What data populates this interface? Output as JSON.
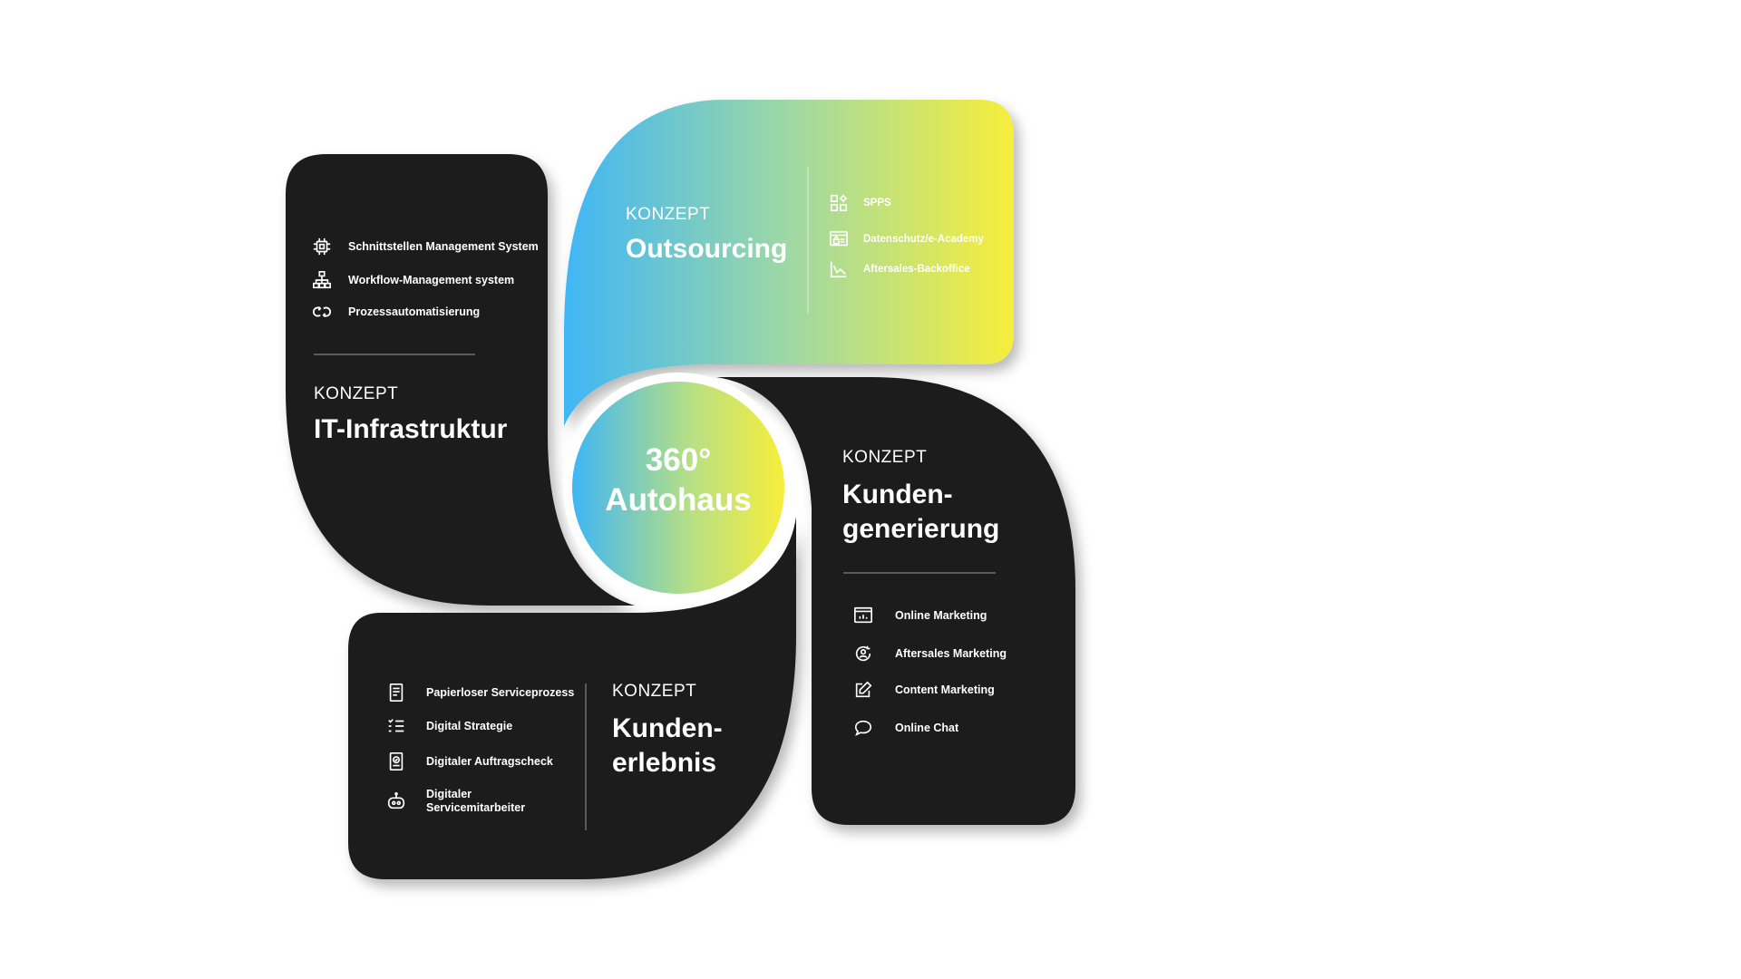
{
  "center": {
    "line1": "360°",
    "line2": "Autohaus"
  },
  "panels": {
    "it_infrastruktur": {
      "kicker": "KONZEPT",
      "title": "IT-Infrastruktur",
      "items": [
        {
          "label": "Schnittstellen Management System",
          "icon": "chip-icon"
        },
        {
          "label": "Workflow-Management system",
          "icon": "hierarchy-icon"
        },
        {
          "label": "Prozessautomatisierung",
          "icon": "cycle-arrows-icon"
        }
      ]
    },
    "outsourcing": {
      "kicker": "KONZEPT",
      "title": "Outsourcing",
      "items": [
        {
          "label": "SPPS",
          "icon": "gear-grid-icon"
        },
        {
          "label": "Datenschutz/e-Academy",
          "icon": "lock-browser-icon"
        },
        {
          "label": "Aftersales-Backoffice",
          "icon": "chart-line-icon"
        }
      ]
    },
    "kundengenerierung": {
      "kicker": "KONZEPT",
      "title_line1": "Kunden-",
      "title_line2": "generierung",
      "items": [
        {
          "label": "Online Marketing",
          "icon": "browser-chart-icon"
        },
        {
          "label": "Aftersales Marketing",
          "icon": "user-cycle-icon"
        },
        {
          "label": "Content Marketing",
          "icon": "edit-icon"
        },
        {
          "label": "Online Chat",
          "icon": "chat-bubble-icon"
        }
      ]
    },
    "kundenerlebnis": {
      "kicker": "KONZEPT",
      "title_line1": "Kunden-",
      "title_line2": "erlebnis",
      "items": [
        {
          "label": "Papierloser Serviceprozess",
          "icon": "document-icon"
        },
        {
          "label": "Digital Strategie",
          "icon": "checklist-icon"
        },
        {
          "label": "Digitaler Auftragscheck",
          "icon": "document-check-icon"
        },
        {
          "label_line1": "Digitaler",
          "label_line2": "Servicemitarbeiter",
          "icon": "robot-icon"
        }
      ]
    }
  },
  "colors": {
    "panel_dark": "#1d1d1f",
    "gradient_start": "#3fb6f5",
    "gradient_end": "#f7ee3b",
    "text": "#ffffff",
    "background": "#ffffff"
  }
}
